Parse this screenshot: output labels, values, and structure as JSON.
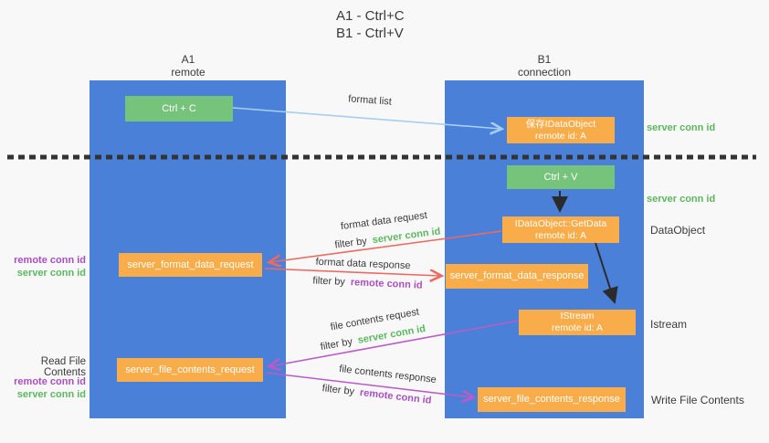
{
  "title": {
    "line1": "A1 - Ctrl+C",
    "line2": "B1 - Ctrl+V"
  },
  "lanes": {
    "a1": {
      "name": "A1",
      "subtitle": "remote"
    },
    "b1": {
      "name": "B1",
      "subtitle": "connection"
    }
  },
  "nodes": {
    "ctrl_c": {
      "label": "Ctrl + C"
    },
    "ctrl_v": {
      "label": "Ctrl + V"
    },
    "save_idataobject": {
      "line1": "保存IDataObject",
      "line2": "remote id: A"
    },
    "getdata": {
      "line1": "IDataObject::GetData",
      "line2": "remote id: A"
    },
    "istream": {
      "line1": "IStream",
      "line2": "remote id: A"
    },
    "server_format_data_request": {
      "label": "server_format_data_request"
    },
    "server_format_data_response": {
      "label": "server_format_data_response"
    },
    "server_file_contents_request": {
      "label": "server_file_contents_request"
    },
    "server_file_contents_response": {
      "label": "server_file_contents_response"
    }
  },
  "arrow_labels": {
    "format_list": "format list",
    "format_data_request": "format data request",
    "format_data_response": "format data response",
    "file_contents_request": "file contents request",
    "file_contents_response": "file contents response",
    "filter_by": "filter by"
  },
  "side_labels": {
    "server_conn_id": "server conn id",
    "remote_conn_id": "remote conn id",
    "data_object": "DataObject",
    "istream": "Istream",
    "read_file_contents": "Read File Contents",
    "write_file_contents": "Write File Contents"
  },
  "colors": {
    "lane_blue": "#4a80d8",
    "box_green": "#76c37c",
    "box_orange": "#f9ad4a",
    "arrow_light_blue": "#a5cef0",
    "arrow_red": "#ec6a60",
    "arrow_magenta": "#bb5bc8",
    "arrow_black": "#2b2b2b",
    "text_green": "#5cb85f",
    "text_purple": "#ab4fc0",
    "background": "#f8f8f8"
  }
}
